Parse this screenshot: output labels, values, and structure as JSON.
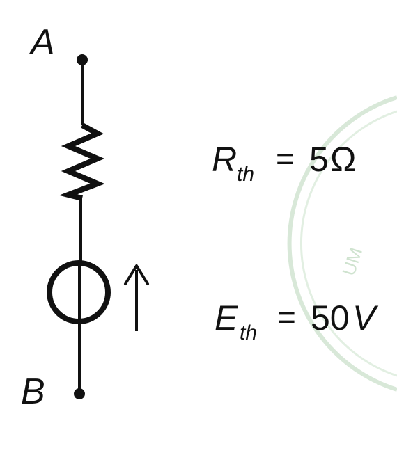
{
  "nodes": {
    "a_label": "A",
    "b_label": "B"
  },
  "equations": {
    "resistance": {
      "symbol": "R",
      "subscript": "th",
      "operator": "=",
      "value": "5",
      "unit": "Ω"
    },
    "voltage": {
      "symbol": "E",
      "subscript": "th",
      "operator": "=",
      "value": "50",
      "unit": "V"
    }
  },
  "watermark": {
    "text": "UM",
    "color": "#cfe3cf"
  },
  "colors": {
    "ink": "#111111",
    "background": "#ffffff"
  }
}
